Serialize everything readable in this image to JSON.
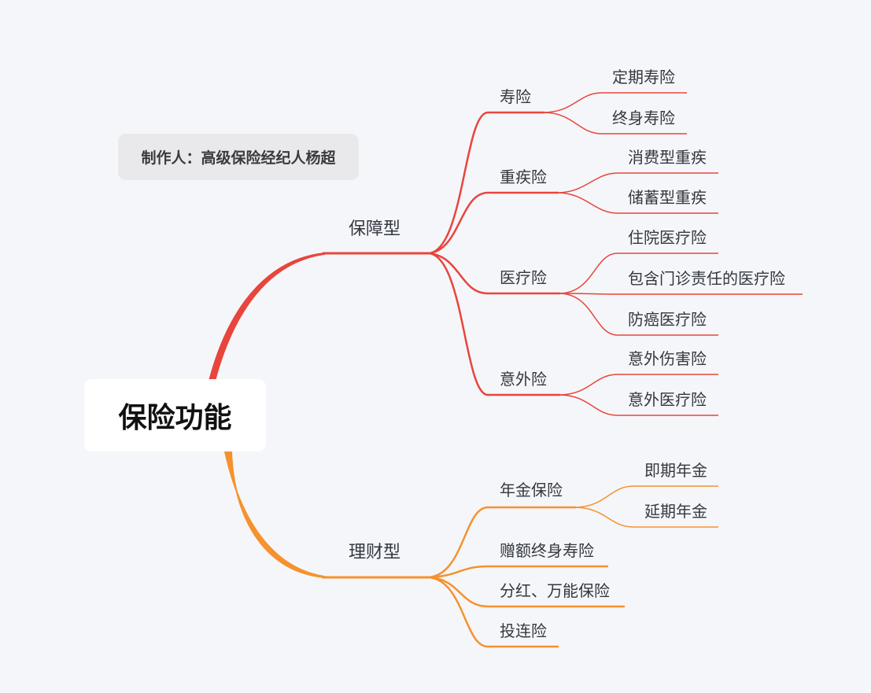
{
  "root": {
    "label": "保险功能"
  },
  "author_note": "制作人：高级保险经纪人杨超",
  "colors": {
    "protection": "#e8453c",
    "wealth": "#f5922e",
    "background": "#f5f6f9"
  },
  "branches": [
    {
      "label": "保障型",
      "children": [
        {
          "label": "寿险",
          "children": [
            "定期寿险",
            "终身寿险"
          ]
        },
        {
          "label": "重疾险",
          "children": [
            "消费型重疾",
            "储蓄型重疾"
          ]
        },
        {
          "label": "医疗险",
          "children": [
            "住院医疗险",
            "包含门诊责任的医疗险",
            "防癌医疗险"
          ]
        },
        {
          "label": "意外险",
          "children": [
            "意外伤害险",
            "意外医疗险"
          ]
        }
      ]
    },
    {
      "label": "理财型",
      "children": [
        {
          "label": "年金保险",
          "children": [
            "即期年金",
            "延期年金"
          ]
        },
        {
          "label": "赠额终身寿险",
          "children": []
        },
        {
          "label": "分红、万能保险",
          "children": []
        },
        {
          "label": "投连险",
          "children": []
        }
      ]
    }
  ]
}
